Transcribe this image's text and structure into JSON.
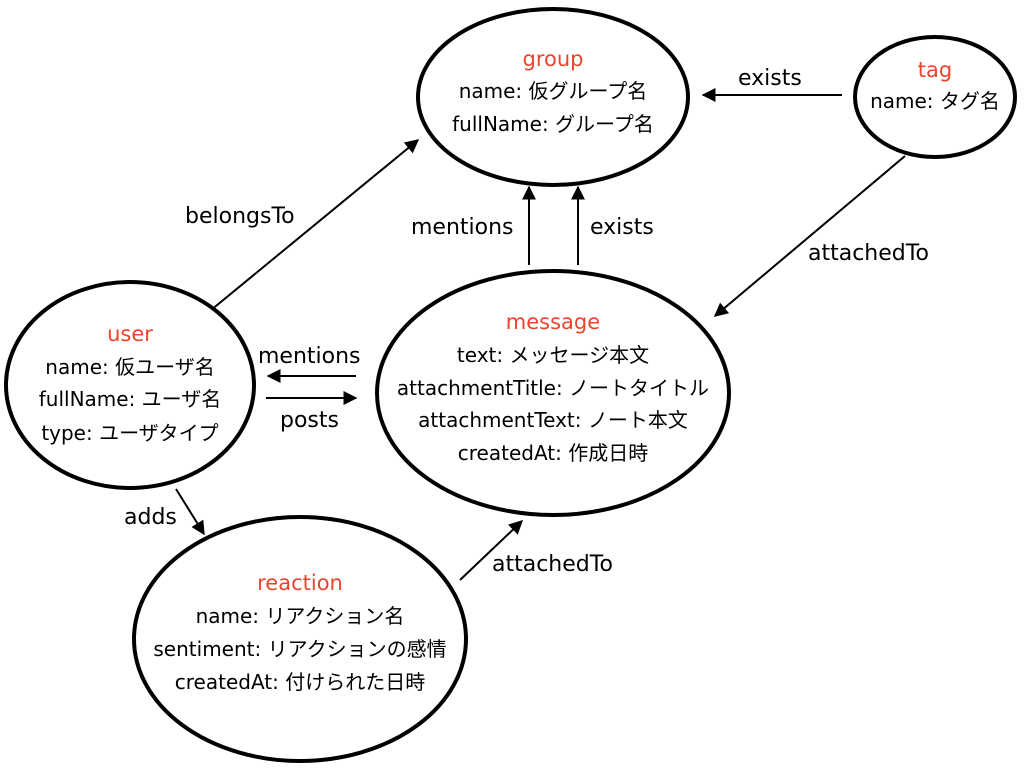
{
  "colors": {
    "title": "#e8452c",
    "stroke": "#000000",
    "text": "#000000",
    "background": "#ffffff"
  },
  "nodes": {
    "group": {
      "title": "group",
      "props": [
        "name: 仮グループ名",
        "fullName: グループ名"
      ]
    },
    "tag": {
      "title": "tag",
      "props": [
        "name: タグ名"
      ]
    },
    "user": {
      "title": "user",
      "props": [
        "name: 仮ユーザ名",
        "fullName: ユーザ名",
        "type: ユーザタイプ"
      ]
    },
    "message": {
      "title": "message",
      "props": [
        "text: メッセージ本文",
        "attachmentTitle: ノートタイトル",
        "attachmentText: ノート本文",
        "createdAt: 作成日時"
      ]
    },
    "reaction": {
      "title": "reaction",
      "props": [
        "name: リアクション名",
        "sentiment: リアクションの感情",
        "createdAt: 付けられた日時"
      ]
    }
  },
  "edges": {
    "tag_exists_group": "exists",
    "user_belongsTo_group": "belongsTo",
    "message_mentions_group": "mentions",
    "message_exists_group": "exists",
    "tag_attachedTo_message": "attachedTo",
    "message_mentions_user": "mentions",
    "user_posts_message": "posts",
    "user_adds_reaction": "adds",
    "reaction_attachedTo_message": "attachedTo"
  }
}
